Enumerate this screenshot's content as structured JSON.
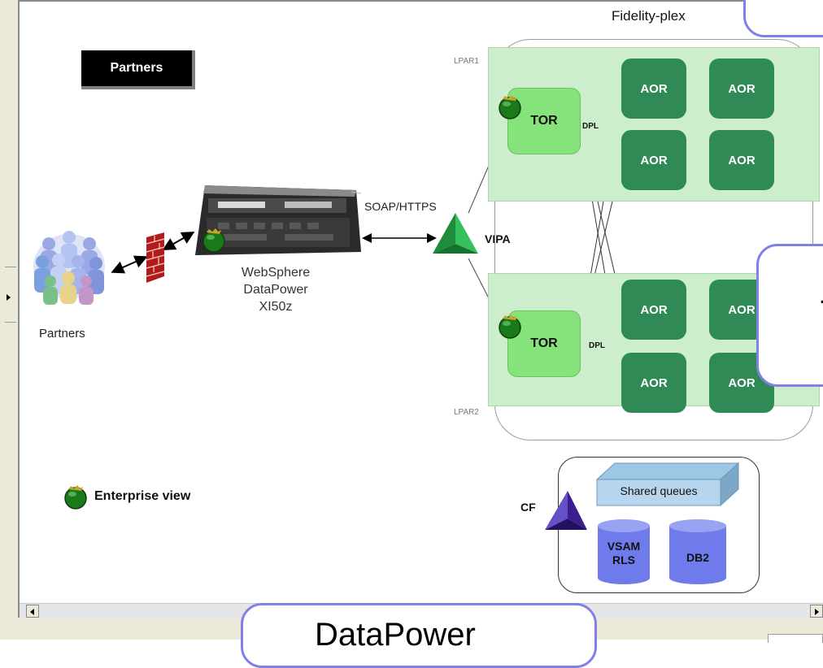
{
  "diagram": {
    "title": "Fidelity-plex",
    "partners_button": "Partners",
    "partners_label": "Partners",
    "datapower_label": [
      "WebSphere",
      "DataPower",
      "XI50z"
    ],
    "protocol_label": "SOAP/HTTPS",
    "vipa_label": "VIPA",
    "lpar1_label": "LPAR1",
    "lpar2_label": "LPAR2",
    "tor_label": "TOR",
    "dpl_label": "DPL",
    "aor_label": "AOR",
    "cf_label": "CF",
    "shared_queues_label": "Shared queues",
    "vsam_label": [
      "VSAM",
      "RLS"
    ],
    "db2_label": "DB2",
    "legend_label": "Enterprise view"
  },
  "callouts": {
    "bottom_text": "DataPower",
    "right_text": "."
  },
  "colors": {
    "lpar_fill": "#cdeecd",
    "aor_fill": "#2f8a55",
    "tor_fill": "#86e37c",
    "vipa_green": "#22a64a",
    "cf_purple": "#3b1f8f",
    "db_blue": "#6f7bea",
    "callout_border": "#8080e8",
    "firewall_red": "#b31b1b"
  },
  "icons": {
    "enterprise_view": "green-globe-icon",
    "people": "people-group-icon",
    "firewall": "brick-firewall-icon",
    "appliance": "datapower-appliance-icon",
    "vipa": "green-pyramid-icon",
    "cf": "purple-pyramid-icon",
    "queue": "box-3d-icon",
    "database": "cylinder-database-icon"
  }
}
